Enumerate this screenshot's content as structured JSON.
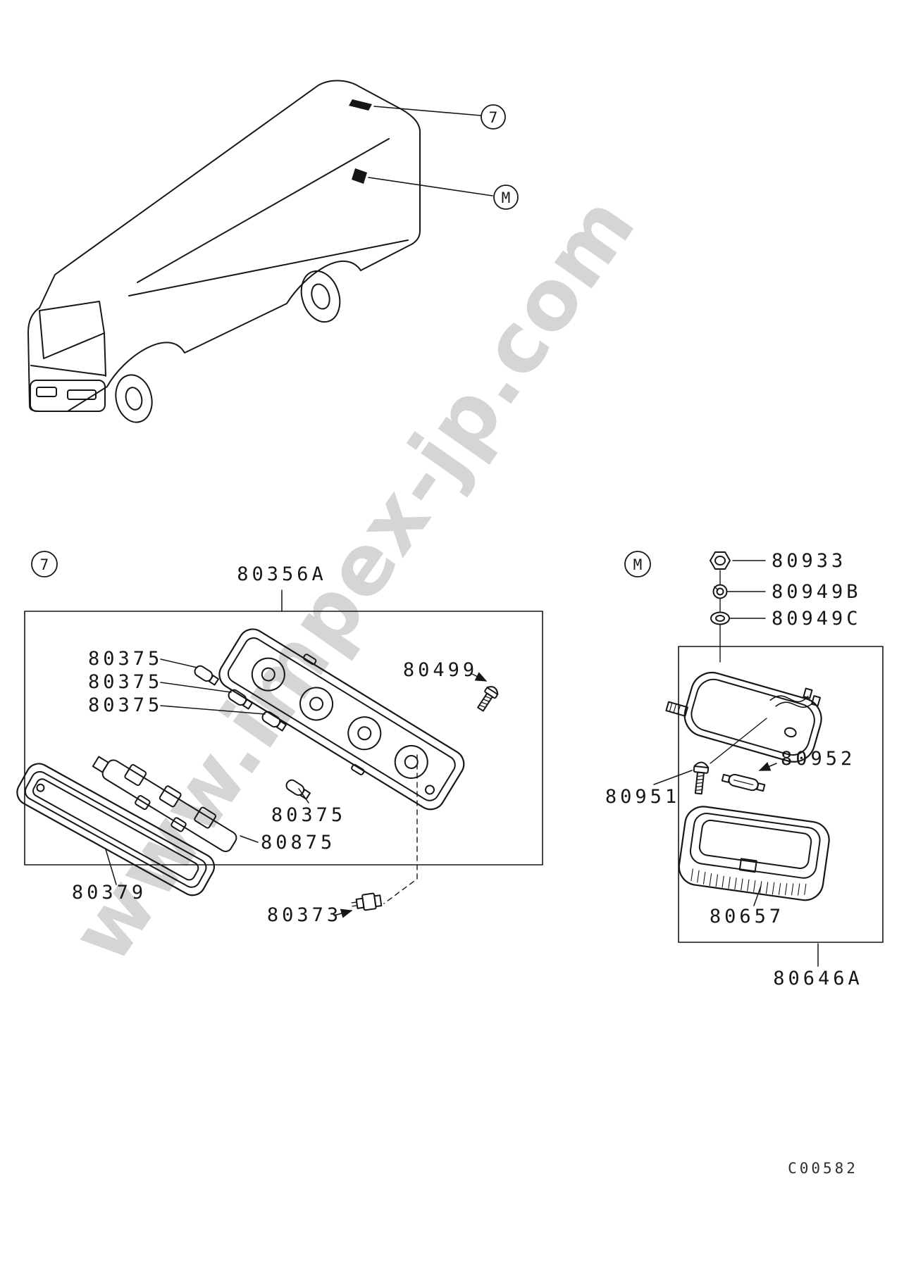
{
  "watermark": "www.impex-jp.com",
  "doc_code": "C00582",
  "van": {
    "callout_7": "7",
    "callout_m": "M"
  },
  "panel7": {
    "callout": "7",
    "housing_label": "80356A",
    "bulb_label_1": "80375",
    "bulb_label_2": "80375",
    "bulb_label_3": "80375",
    "bulb_label_4": "80375",
    "screw_label": "80499",
    "holder_label": "80875",
    "lens_label": "80379",
    "connector_label": "80373"
  },
  "panelM": {
    "callout": "M",
    "nut_label": "80933",
    "lock_washer_label": "80949B",
    "washer_label": "80949C",
    "screw_label": "80951",
    "bulb_label": "80952",
    "lens_label": "80657",
    "assembly_label": "80646A"
  }
}
